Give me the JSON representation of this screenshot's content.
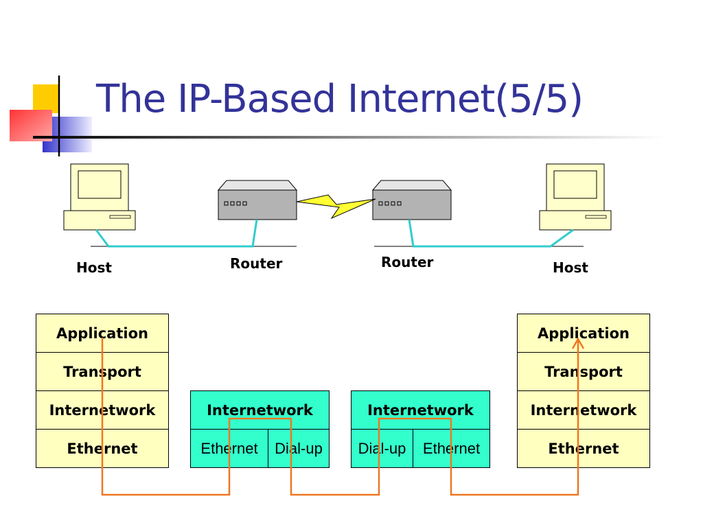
{
  "slide": {
    "title": "The IP-Based Internet(5/5)"
  },
  "devices": {
    "host_left": "Host",
    "router_left": "Router",
    "router_right": "Router",
    "host_right": "Host"
  },
  "host_stack_left": [
    "Application",
    "Transport",
    "Internetwork",
    "Ethernet"
  ],
  "host_stack_right": [
    "Application",
    "Transport",
    "Internetwork",
    "Ethernet"
  ],
  "router_stack_left": {
    "top": "Internetwork",
    "bottom": [
      "Ethernet",
      "Dial-up"
    ]
  },
  "router_stack_right": {
    "top": "Internetwork",
    "bottom": [
      "Dial-up",
      "Ethernet"
    ]
  },
  "colors": {
    "title": "#333399",
    "host_layer_fill": "#ffffc0",
    "router_layer_fill": "#33ffcc",
    "network_cable": "#33cccc",
    "data_path": "#ee7722",
    "serial_link": "#ffff33"
  }
}
